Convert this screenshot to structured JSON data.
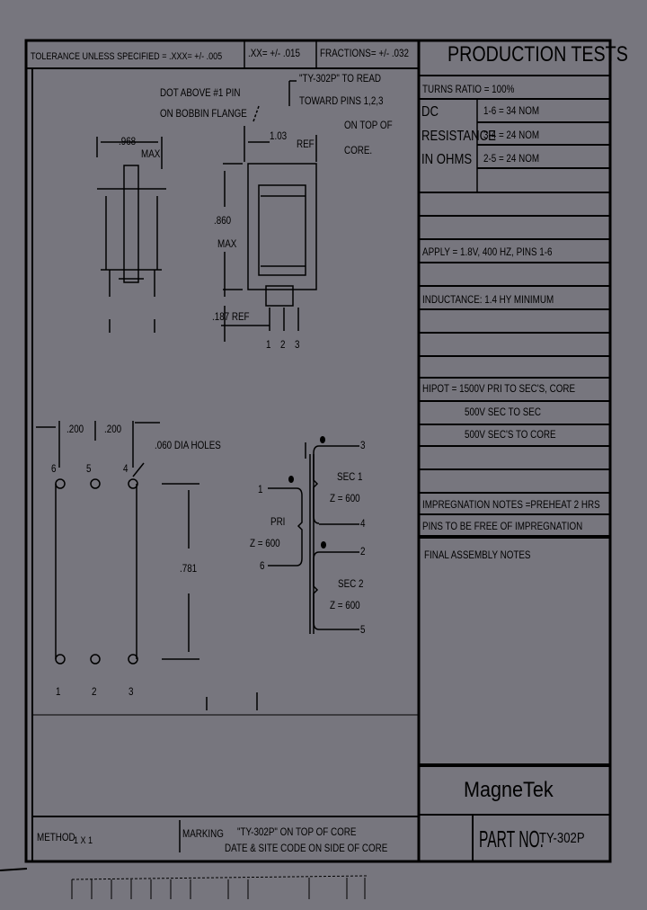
{
  "tolerance": {
    "general": "TOLERANCE UNLESS SPECIFIED = .XXX= +/- .005",
    "two_place": ".XX= +/- .015",
    "fractions": "FRACTIONS= +/- .032"
  },
  "notes": {
    "dot_line1": "DOT ABOVE #1 PIN",
    "dot_line2": "ON BOBBIN FLANGE",
    "read_line1": "\"TY-302P\" TO READ",
    "read_line2": "TOWARD PINS 1,2,3",
    "top_line1": "ON TOP OF",
    "top_line2": "CORE."
  },
  "dimensions": {
    "width": ".968",
    "width_max": "MAX",
    "length": "1.03",
    "length_ref": "REF",
    "height": ".860",
    "height_max": "MAX",
    "pin_len": ".187 REF",
    "pin_spacing_a": ".200",
    "pin_spacing_b": ".200",
    "holes": ".060 DIA HOLES",
    "row_spacing": ".781"
  },
  "pins": {
    "side": [
      "1",
      "2",
      "3"
    ],
    "top_row": [
      "6",
      "5",
      "4"
    ],
    "bottom_row": [
      "1",
      "2",
      "3"
    ]
  },
  "schematic": {
    "pri_pin_a": "1",
    "pri_pin_b": "6",
    "pri_label": "PRI",
    "pri_z": "Z = 600",
    "sec1_pin_a": "3",
    "sec1_pin_b": "4",
    "sec1_label": "SEC 1",
    "sec1_z": "Z = 600",
    "sec2_pin_a": "2",
    "sec2_pin_b": "5",
    "sec2_label": "SEC 2",
    "sec2_z": "Z = 600"
  },
  "production_tests": {
    "title": "PRODUCTION TESTS",
    "turns_ratio": "TURNS RATIO = 100%",
    "dc_label_1": "DC",
    "dc_label_2": "RESISTANCE",
    "dc_label_3": "IN OHMS",
    "dc_values": [
      "1-6 = 34 NOM",
      "3-4 = 24 NOM",
      "2-5 = 24 NOM"
    ],
    "apply": "APPLY = 1.8V, 400 HZ, PINS 1-6",
    "inductance": "INDUCTANCE: 1.4 HY MINIMUM",
    "hipot": [
      "HIPOT = 1500V PRI TO SEC'S, CORE",
      "500V SEC TO SEC",
      "500V SEC'S TO CORE"
    ],
    "impregnation": "IMPREGNATION NOTES =PREHEAT 2 HRS",
    "pins_free": "PINS TO BE FREE OF IMPREGNATION",
    "final_assembly": "FINAL ASSEMBLY NOTES"
  },
  "title_block": {
    "company": "MagneTek",
    "method_label": "METHOD",
    "method_value": "1 X 1",
    "marking_label": "MARKING",
    "marking_line1": "\"TY-302P\" ON TOP OF CORE",
    "marking_line2": "DATE & SITE CODE ON SIDE OF CORE",
    "part_no_label": "PART NO.",
    "part_no": "TY-302P"
  },
  "colors": {
    "background": "#77767e",
    "ink": "#000000"
  }
}
